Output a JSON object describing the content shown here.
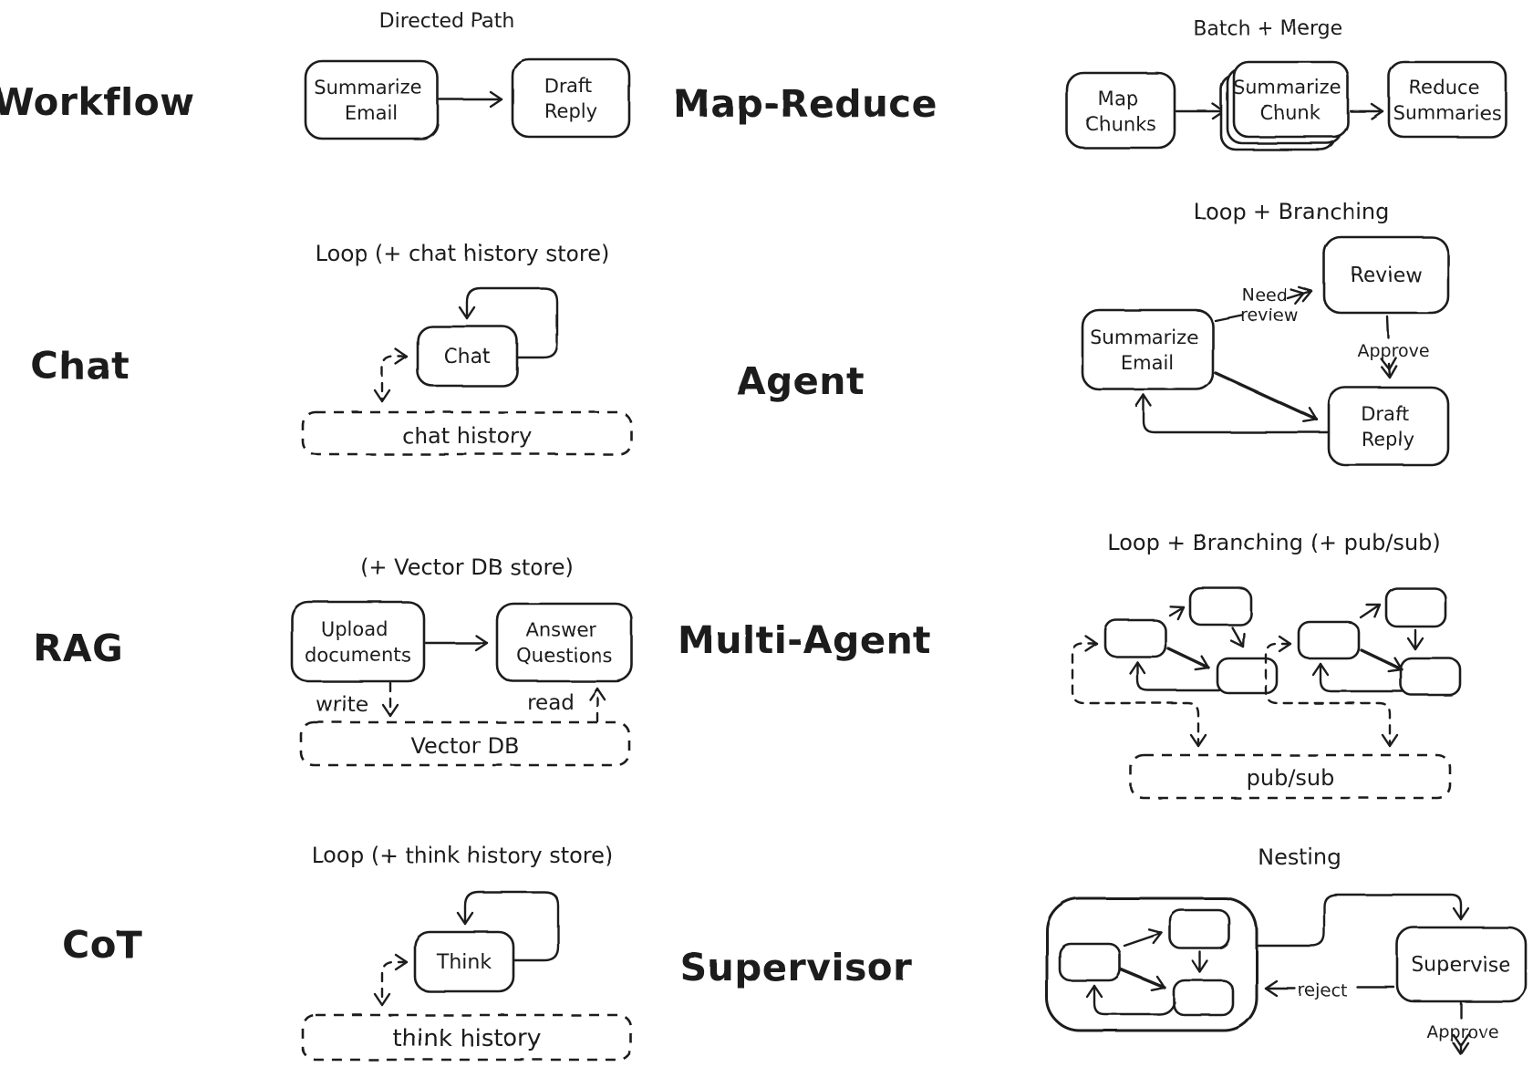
{
  "canvas": {
    "ink": "#1c1c1c",
    "background": "#ffffff"
  },
  "sections": {
    "workflow": {
      "label": "Workflow",
      "title": "Directed Path",
      "nodes": {
        "summarize_email": {
          "l1": "Summarize",
          "l2": "Email"
        },
        "draft_reply": {
          "l1": "Draft",
          "l2": "Reply"
        }
      }
    },
    "map_reduce": {
      "label": "Map-Reduce",
      "title": "Batch + Merge",
      "nodes": {
        "map_chunks": {
          "l1": "Map",
          "l2": "Chunks"
        },
        "summarize_chunk": {
          "l1": "Summarize",
          "l2": "Chunk"
        },
        "reduce_summaries": {
          "l1": "Reduce",
          "l2": "Summaries"
        }
      }
    },
    "chat": {
      "label": "Chat",
      "title": "Loop (+ chat history store)",
      "nodes": {
        "chat": "Chat"
      },
      "store": "chat history"
    },
    "agent": {
      "label": "Agent",
      "title": "Loop + Branching",
      "nodes": {
        "summarize_email": {
          "l1": "Summarize",
          "l2": "Email"
        },
        "review": "Review",
        "draft_reply": {
          "l1": "Draft",
          "l2": "Reply"
        }
      },
      "edges": {
        "need_review_l1": "Need",
        "need_review_l2": "review",
        "approve": "Approve"
      }
    },
    "rag": {
      "label": "RAG",
      "title": "(+ Vector DB store)",
      "nodes": {
        "upload": {
          "l1": "Upload",
          "l2": "documents"
        },
        "answer": {
          "l1": "Answer",
          "l2": "Questions"
        }
      },
      "edges": {
        "write": "write",
        "read": "read"
      },
      "store": "Vector DB"
    },
    "multi_agent": {
      "label": "Multi-Agent",
      "title": "Loop + Branching (+ pub/sub)",
      "store": "pub/sub"
    },
    "cot": {
      "label": "CoT",
      "title": "Loop (+ think history store)",
      "nodes": {
        "think": "Think"
      },
      "store": "think history"
    },
    "supervisor": {
      "label": "Supervisor",
      "title": "Nesting",
      "nodes": {
        "supervise": "Supervise"
      },
      "edges": {
        "reject": "reject",
        "approve": "Approve"
      }
    }
  }
}
